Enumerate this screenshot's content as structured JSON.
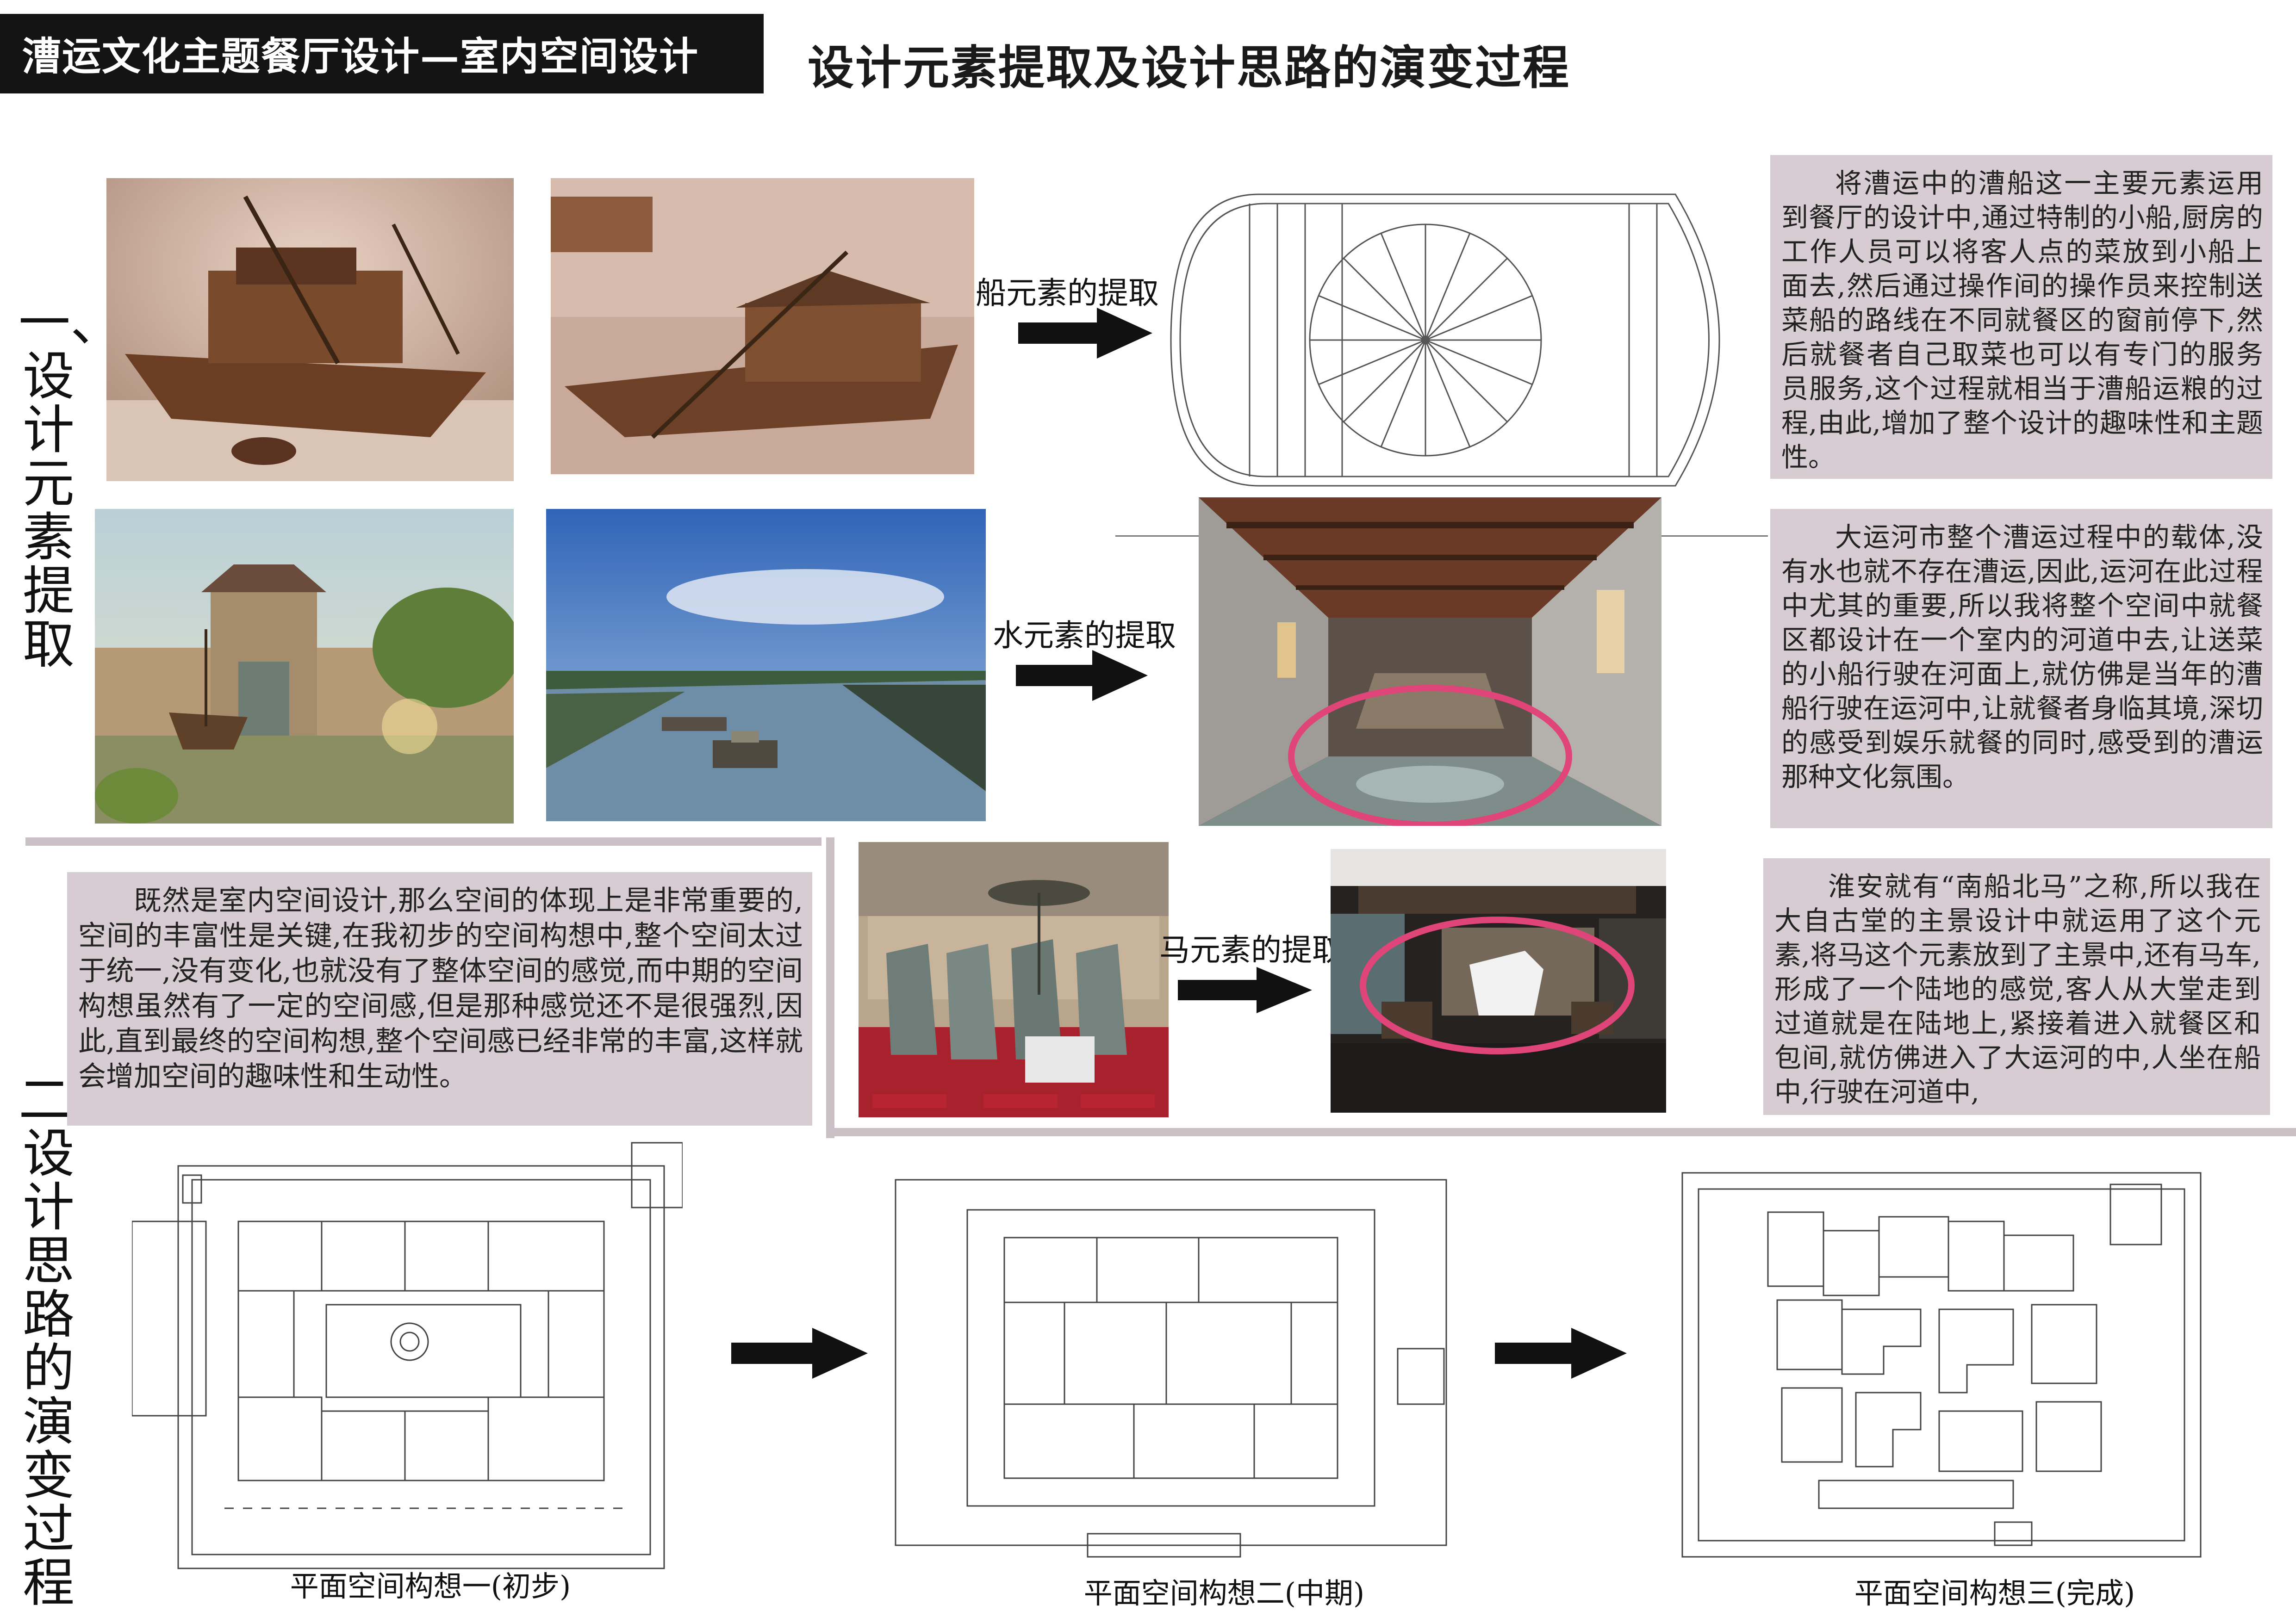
{
  "header": {
    "title": "漕运文化主题餐厅设计—室内空间设计",
    "subtitle": "设计元素提取及设计思路的演变过程"
  },
  "sections": {
    "extraction_label": "一、设计元素提取",
    "evolution_label": "二、设计思路的演变过程"
  },
  "extraction": {
    "ship": {
      "label": "船元素的提取",
      "description": "将漕运中的漕船这一主要元素运用到餐厅的设计中,通过特制的小船,厨房的工作人员可以将客人点的菜放到小船上面去,然后通过操作间的操作员来控制送菜船的路线在不同就餐区的窗前停下,然后就餐者自己取菜也可以有专门的服务员服务,这个过程就相当于漕船运粮的过程,由此,增加了整个设计的趣味性和主题性。"
    },
    "water": {
      "label": "水元素的提取",
      "description": "大运河市整个漕运过程中的载体,没有水也就不存在漕运,因此,运河在此过程中尤其的重要,所以我将整个空间中就餐区都设计在一个室内的河道中去,让送菜的小船行驶在河面上,就仿佛是当年的漕船行驶在运河中,让就餐者身临其境,深切的感受到娱乐就餐的同时,感受到的漕运那种文化氛围。"
    },
    "horse": {
      "label": "马元素的提取",
      "description": "淮安就有“南船北马”之称,所以我在大自古堂的主景设计中就运用了这个元素,将马这个元素放到了主景中,还有马车,形成了一个陆地的感觉,客人从大堂走到过道就是在陆地上,紧接着进入就餐区和包间,就仿佛进入了大运河的中,人坐在船中,行驶在河道中,"
    }
  },
  "evolution": {
    "description": "既然是室内空间设计,那么空间的体现上是非常重要的,空间的丰富性是关键,在我初步的空间构想中,整个空间太过于统一,没有变化,也就没有了整体空间的感觉,而中期的空间构想虽然有了一定的空间感,但是那种感觉还不是很强烈,因此,直到最终的空间构想,整个空间感已经非常的丰富,这样就会增加空间的趣味性和生动性。",
    "plans": [
      {
        "caption": "平面空间构想一(初步)"
      },
      {
        "caption": "平面空间构想二(中期)"
      },
      {
        "caption": "平面空间构想三(完成)"
      }
    ]
  },
  "colors": {
    "panel_bg": "#d6ccd2",
    "title_bar": "#141414",
    "highlight_ring": "#e0457a"
  }
}
